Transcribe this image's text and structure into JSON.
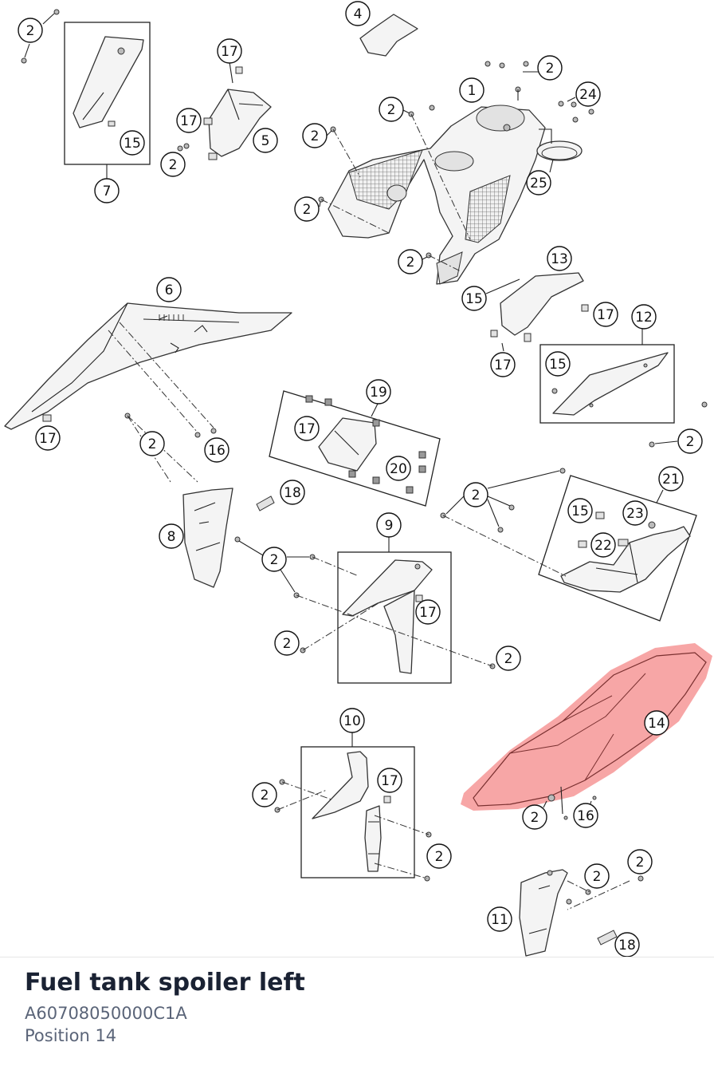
{
  "callouts": [
    {
      "label": "2"
    },
    {
      "label": "4"
    },
    {
      "label": "17"
    },
    {
      "label": "2"
    },
    {
      "label": "1"
    },
    {
      "label": "24"
    },
    {
      "label": "2"
    },
    {
      "label": "17"
    },
    {
      "label": "5"
    },
    {
      "label": "2"
    },
    {
      "label": "15"
    },
    {
      "label": "2"
    },
    {
      "label": "7"
    },
    {
      "label": "25"
    },
    {
      "label": "2"
    },
    {
      "label": "2"
    },
    {
      "label": "13"
    },
    {
      "label": "6"
    },
    {
      "label": "15"
    },
    {
      "label": "17"
    },
    {
      "label": "12"
    },
    {
      "label": "15"
    },
    {
      "label": "17"
    },
    {
      "label": "19"
    },
    {
      "label": "17"
    },
    {
      "label": "2"
    },
    {
      "label": "17"
    },
    {
      "label": "2"
    },
    {
      "label": "16"
    },
    {
      "label": "20"
    },
    {
      "label": "21"
    },
    {
      "label": "18"
    },
    {
      "label": "2"
    },
    {
      "label": "15"
    },
    {
      "label": "23"
    },
    {
      "label": "8"
    },
    {
      "label": "9"
    },
    {
      "label": "22"
    },
    {
      "label": "2"
    },
    {
      "label": "17"
    },
    {
      "label": "2"
    },
    {
      "label": "2"
    },
    {
      "label": "14"
    },
    {
      "label": "10"
    },
    {
      "label": "17"
    },
    {
      "label": "2"
    },
    {
      "label": "2"
    },
    {
      "label": "16"
    },
    {
      "label": "2"
    },
    {
      "label": "2"
    },
    {
      "label": "2"
    },
    {
      "label": "11"
    },
    {
      "label": "18"
    }
  ],
  "highlight": {
    "color": "#f26b6b",
    "position": "14"
  },
  "selected_part": {
    "title": "Fuel tank spoiler left",
    "part_number": "A60708050000C1A",
    "position_text": "Position 14"
  }
}
